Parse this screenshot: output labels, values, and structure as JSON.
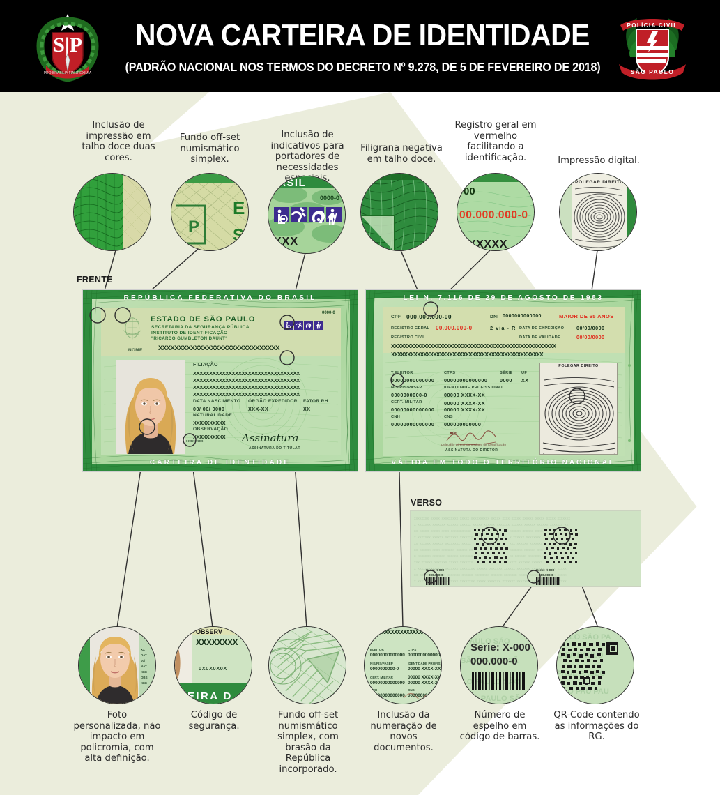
{
  "header": {
    "title": "NOVA CARTEIRA DE IDENTIDADE",
    "subtitle": "(PADRÃO NACIONAL NOS TERMOS DO DECRETO Nº 9.278, DE 5 DE FEVEREIRO DE 2018)",
    "left_emblem_name": "brasao-estado-sao-paulo",
    "left_emblem_text": "SP",
    "right_emblem_line1": "POLÍCIA CIVIL",
    "right_emblem_line2": "SÃO PAULO",
    "bg_color": "#000000",
    "text_color": "#ffffff"
  },
  "section_tags": {
    "frente": "FRENTE",
    "verso": "VERSO"
  },
  "top_callouts": [
    {
      "id": "talho-doce-duas-cores",
      "label": "Inclusão de impressão em talho doce duas cores."
    },
    {
      "id": "fundo-offset-numismatico",
      "label": "Fundo off-set numismático simplex."
    },
    {
      "id": "indicativos-necessidades-especiais",
      "label": "Inclusão de indicativos para portadores de necessidades especiais."
    },
    {
      "id": "filigrana-negativa",
      "label": "Filigrana negativa em talho doce."
    },
    {
      "id": "registro-geral-vermelho",
      "label": "Registro geral em vermelho facilitando a identificação."
    },
    {
      "id": "impressao-digital",
      "label": "Impressão digital."
    }
  ],
  "bottom_callouts": [
    {
      "id": "foto-personalizada",
      "label": "Foto personalizada, não impacto em policromia, com alta definição."
    },
    {
      "id": "codigo-de-seguranca",
      "label": "Código de segurança."
    },
    {
      "id": "fundo-offset-brasao",
      "label": "Fundo off-set numismático simplex, com brasão da República incorporado."
    },
    {
      "id": "numeracao-novos-documentos",
      "label": "Inclusão da numeração de novos documentos."
    },
    {
      "id": "numero-espelho-barras",
      "label": "Número de espelho em código de barras."
    },
    {
      "id": "qr-code-rg",
      "label": "QR-Code contendo as informações do RG."
    }
  ],
  "bubble_contents": {
    "b1_text": "",
    "b2_letters": [
      "E",
      "S"
    ],
    "b2_corner": "P",
    "b3_top": "ASIL",
    "b3_number": "0000-0",
    "b3_bottom": "XXX",
    "b4_text": "",
    "b5_top": "-00",
    "b5_rg": "00.000.000-0",
    "b5_bottom": "XXXXX",
    "b6_title": "POLEGAR DIREITO",
    "b7_label": "",
    "b8_observacao": "OBSERVA",
    "b8_xs": "XXXXXXXX",
    "b8_code": "0X0X0X0X",
    "b8_band": "EIRA D",
    "b10_serie": "Serie: X-000",
    "b10_number": "000.000-0"
  },
  "card_front": {
    "top_band": "REPÚBLICA FEDERATIVA DO BRASIL",
    "bottom_band": "CARTEIRA DE IDENTIDADE",
    "state": "ESTADO DE SÃO PAULO",
    "org_line1": "SECRETARIA DA SEGURANÇA PÚBLICA",
    "org_line2": "INSTITUTO DE IDENTIFICAÇÃO",
    "org_line3": "\"RICARDO GUMBLETON DAUNT\"",
    "serial": "0000-0",
    "nome_label": "NOME",
    "nome_value": "XXXXXXXXXXXXXXXXXXXXXXXXXXXXXX",
    "filiacao_label": "FILIAÇÃO",
    "filiacao_lines": [
      "XXXXXXXXXXXXXXXXXXXXXXXXXXXXXXXXX",
      "XXXXXXXXXXXXXXXXXXXXXXXXXXXXXXXXX",
      "XXXXXXXXXXXXXXXXXXXXXXXXXXXXXXXXX",
      "XXXXXXXXXXXXXXXXXXXXXXXXXXXXXXXXX"
    ],
    "data_nascimento_label": "DATA NASCIMENTO",
    "data_nascimento_value": "00/ 00/ 0000",
    "orgao_expedidor_label": "ÓRGÃO EXPEDIDOR",
    "orgao_expedidor_value": "XXX-XX",
    "fator_rh_label": "FATOR RH",
    "fator_rh_value": "XX",
    "naturalidade_label": "NATURALIDADE",
    "naturalidade_value": "XXXXXXXXXX",
    "observacao_label": "OBSERVAÇÃO",
    "observacao_value": "XXXXXXXXXX",
    "security_code": "0X0X0X0X",
    "signature_text": "Assinatura",
    "signature_label": "ASSINATURA  DO  TITULAR",
    "accessibility_icons": [
      "wheelchair-icon",
      "deaf-icon",
      "autism-icon",
      "blind-icon"
    ]
  },
  "card_back": {
    "top_band": "LEI N. 7.116  DE 29 DE AGOSTO DE 1983",
    "bottom_band": "VÁLIDA EM TODO O TERRITÓRIO NACIONAL",
    "cpf_label": "CPF",
    "cpf_value": "000.000.000-00",
    "dni_label": "DNI",
    "dni_value": "0000000000000",
    "maior_idade": "MAIOR DE 65 ANOS",
    "registro_geral_label": "REGISTRO GERAL",
    "registro_geral_value": "00.000.000-0",
    "via": "2 via - R",
    "data_expedicao_label": "DATA DE EXPEDIÇÃO",
    "data_expedicao_value": "00/00/0000",
    "registro_civil_label": "REGISTRO CIVIL",
    "data_validade_label": "DATA DE VALIDADE",
    "data_validade_value": "00/00/0000",
    "civil_lines": [
      "XXXXXXXXXXXXXXXXXXXXXXXXXXXXXXXXXXXXXXXXXXXXXXXXXXX",
      "XXXXXXXXXXXXXXXXXXXXXXXXXXXXXXXXXXXXXXXXXXXXXXX"
    ],
    "fields": [
      {
        "label": "T.ELEITOR",
        "value": "00000000000000"
      },
      {
        "label": "CTPS",
        "value": "00000000000000"
      },
      {
        "label": "SÉRIE",
        "value": "0000"
      },
      {
        "label": "UF",
        "value": "XX"
      },
      {
        "label": "NIS/PIS/PASEP",
        "value": "0000000000-0"
      },
      {
        "label": "IDENTIDADE PROFISSIONAL",
        "value": "00000  XXXX-XX"
      },
      {
        "label": "CERT. MILITAR",
        "value": "00000000000000"
      },
      {
        "label": "",
        "value": "00000  XXXX-XX"
      },
      {
        "label": "",
        "value": "00000  XXXX-XX"
      },
      {
        "label": "CNH",
        "value": "00000000000000"
      },
      {
        "label": "CNS",
        "value": "000000000000"
      }
    ],
    "fingerprint_title": "POLEGAR DIREITO",
    "director_signature_label": "ASSINATURA  DO  DIRETOR",
    "red_color": "#e02b1c"
  },
  "verso_card": {
    "serie_label_1": "Serie: X-000",
    "serie_number_1": "000.000-0",
    "serie_label_2": "Serie: X-000",
    "serie_number_2": "000.000-0"
  },
  "palette": {
    "header_bg": "#000000",
    "page_bg_cream": "#ebeddc",
    "page_bg_white": "#ffffff",
    "card_green": "#2e8b3d",
    "card_light": "#bcd9b4",
    "accent_red": "#e02b1c",
    "accessibility_blue": "#3d2c8f",
    "line_color": "#2f2f2f"
  }
}
